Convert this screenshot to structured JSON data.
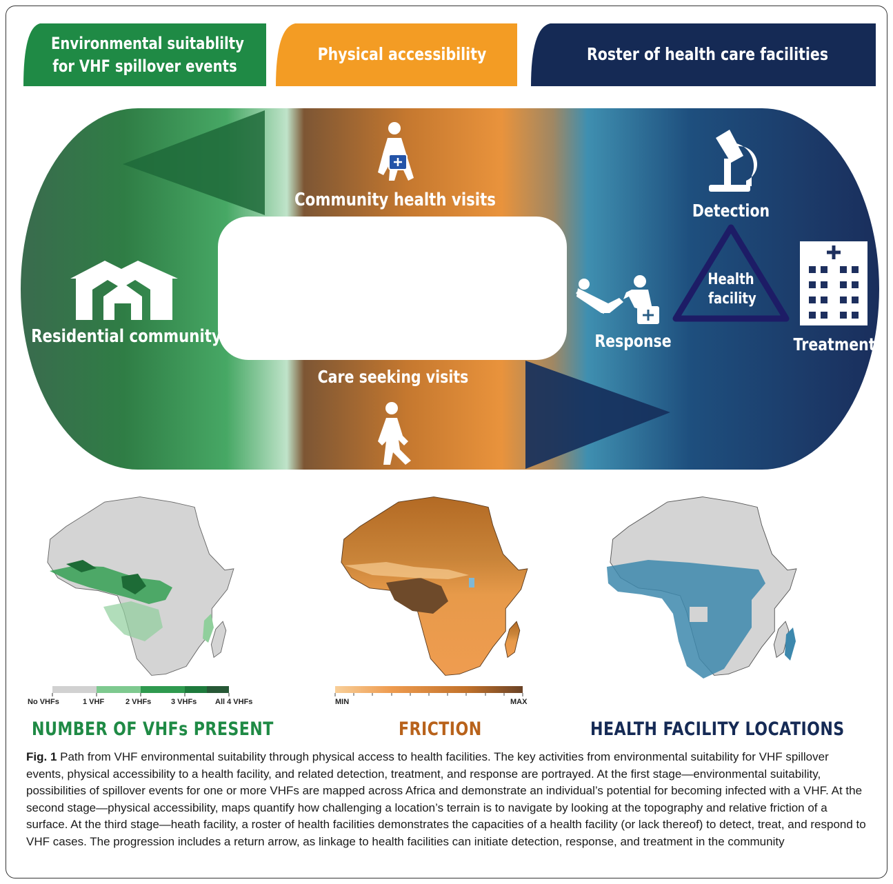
{
  "header": {
    "tab1": [
      "Environmental suitablilty",
      "for VHF spillover events"
    ],
    "tab2": "Physical accessibility",
    "tab3": "Roster of health care facilities"
  },
  "loop": {
    "community_visits": "Community health visits",
    "care_seeking": "Care seeking visits",
    "residential": "Residential community",
    "detection": "Detection",
    "health_facility": [
      "Health",
      "facility"
    ],
    "response": "Response",
    "treatment": "Treatment"
  },
  "legends": {
    "vhf": [
      "No VHFs",
      "1 VHF",
      "2 VHFs",
      "3 VHFs",
      "All 4 VHFs"
    ],
    "friction_min": "MIN",
    "friction_max": "MAX"
  },
  "map_titles": {
    "vhf": "NUMBER OF VHFs PRESENT",
    "friction": "FRICTION",
    "facilities": "HEALTH FACILITY LOCATIONS"
  },
  "colors": {
    "green": "#1f8a45",
    "orange": "#f39c24",
    "navy": "#152a55",
    "friction_text": "#b8621b"
  },
  "caption": {
    "label": "Fig. 1",
    "text": " Path from VHF environmental suitability through physical access to health facilities. The key activities from environmental suitability for VHF spillover events, physical accessibility to a health facility, and related detection, treatment, and response are portrayed. At the first stage—environmental suitability, possibilities of spillover events for one or more VHFs are mapped across Africa and demonstrate an individual’s potential for becoming infected with a VHF. At the second stage—physical accessibility, maps quantify how challenging a location’s terrain is to navigate by looking at the topography and relative friction of a surface. At the third stage—heath facility, a roster of health facilities demonstrates the capacities of a health facility (or lack thereof) to detect, treat, and respond to VHF cases. The progression includes a return arrow, as linkage to health facilities can initiate detection, response, and treatment in the community"
  }
}
